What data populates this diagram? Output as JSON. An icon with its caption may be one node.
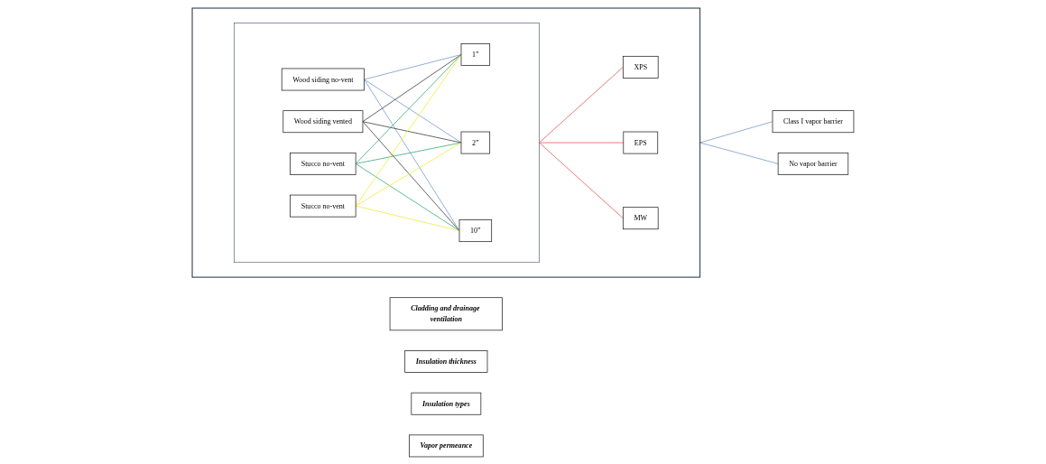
{
  "diagram": {
    "nodes": [
      {
        "text": [
          "Cladding and drainage ventilation"
        ]
      },
      {
        "text": [
          "Insulation thickness"
        ]
      },
      {
        "text": [
          "Insulation types"
        ]
      },
      {
        "text": [
          "Vapor permeance"
        ]
      },
      {
        "text": [],
        "shape": "box"
      },
      {
        "text": [],
        "shape": "box",
        "in": 4
      },
      {
        "text": [
          "Wood siding no-vent"
        ],
        "in": 5
      },
      {
        "text": [
          "Wood siding vented"
        ],
        "in": 5
      },
      {
        "text": [
          "Stucco no-vent"
        ],
        "in": 5
      },
      {
        "text": [
          "Stucco no-vent"
        ],
        "in": 5
      },
      {
        "text": [
          "1”"
        ],
        "in": 5
      },
      {
        "text": [
          "2”"
        ],
        "in": 5
      },
      {
        "text": [
          "10”"
        ],
        "in": 5
      },
      {
        "text": [
          "XPS"
        ],
        "in": 4
      },
      {
        "text": [
          "EPS"
        ],
        "in": 4
      },
      {
        "text": [
          "MW"
        ],
        "in": 4
      },
      {
        "text": [
          "Class I vapor barrier"
        ]
      },
      {
        "text": [
          "No vapor barrier"
        ]
      }
    ],
    "edges": [
      {
        "from": 6,
        "to": 10,
        "arrow": "none",
        "color": "#6f94c8"
      },
      {
        "from": 6,
        "to": 11,
        "arrow": "none",
        "color": "#6f94c8"
      },
      {
        "from": 6,
        "to": 12,
        "arrow": "none",
        "color": "#6f94c8"
      },
      {
        "from": 7,
        "to": 10,
        "arrow": "none",
        "color": "#333333"
      },
      {
        "from": 7,
        "to": 11,
        "arrow": "none",
        "color": "#333333"
      },
      {
        "from": 7,
        "to": 12,
        "arrow": "none",
        "color": "#333333"
      },
      {
        "from": 8,
        "to": 10,
        "arrow": "none",
        "color": "#2aa56a"
      },
      {
        "from": 8,
        "to": 11,
        "arrow": "none",
        "color": "#2aa56a"
      },
      {
        "from": 8,
        "to": 12,
        "arrow": "none",
        "color": "#2aa56a"
      },
      {
        "from": 9,
        "to": 10,
        "arrow": "none",
        "color": "#f0e830"
      },
      {
        "from": 9,
        "to": 11,
        "arrow": "none",
        "color": "#f0e830"
      },
      {
        "from": 9,
        "to": 12,
        "arrow": "none",
        "color": "#f0e830"
      },
      {
        "from": 5,
        "to": 13,
        "arrow": "none",
        "color": "#e05050"
      },
      {
        "from": 5,
        "to": 14,
        "arrow": "none",
        "color": "#e05050"
      },
      {
        "from": 5,
        "to": 15,
        "arrow": "none",
        "color": "#e05050"
      },
      {
        "from": 4,
        "to": 16,
        "arrow": "none",
        "color": "#6f94c8"
      },
      {
        "from": 4,
        "to": 17,
        "arrow": "none",
        "color": "#6f94c8"
      }
    ]
  }
}
